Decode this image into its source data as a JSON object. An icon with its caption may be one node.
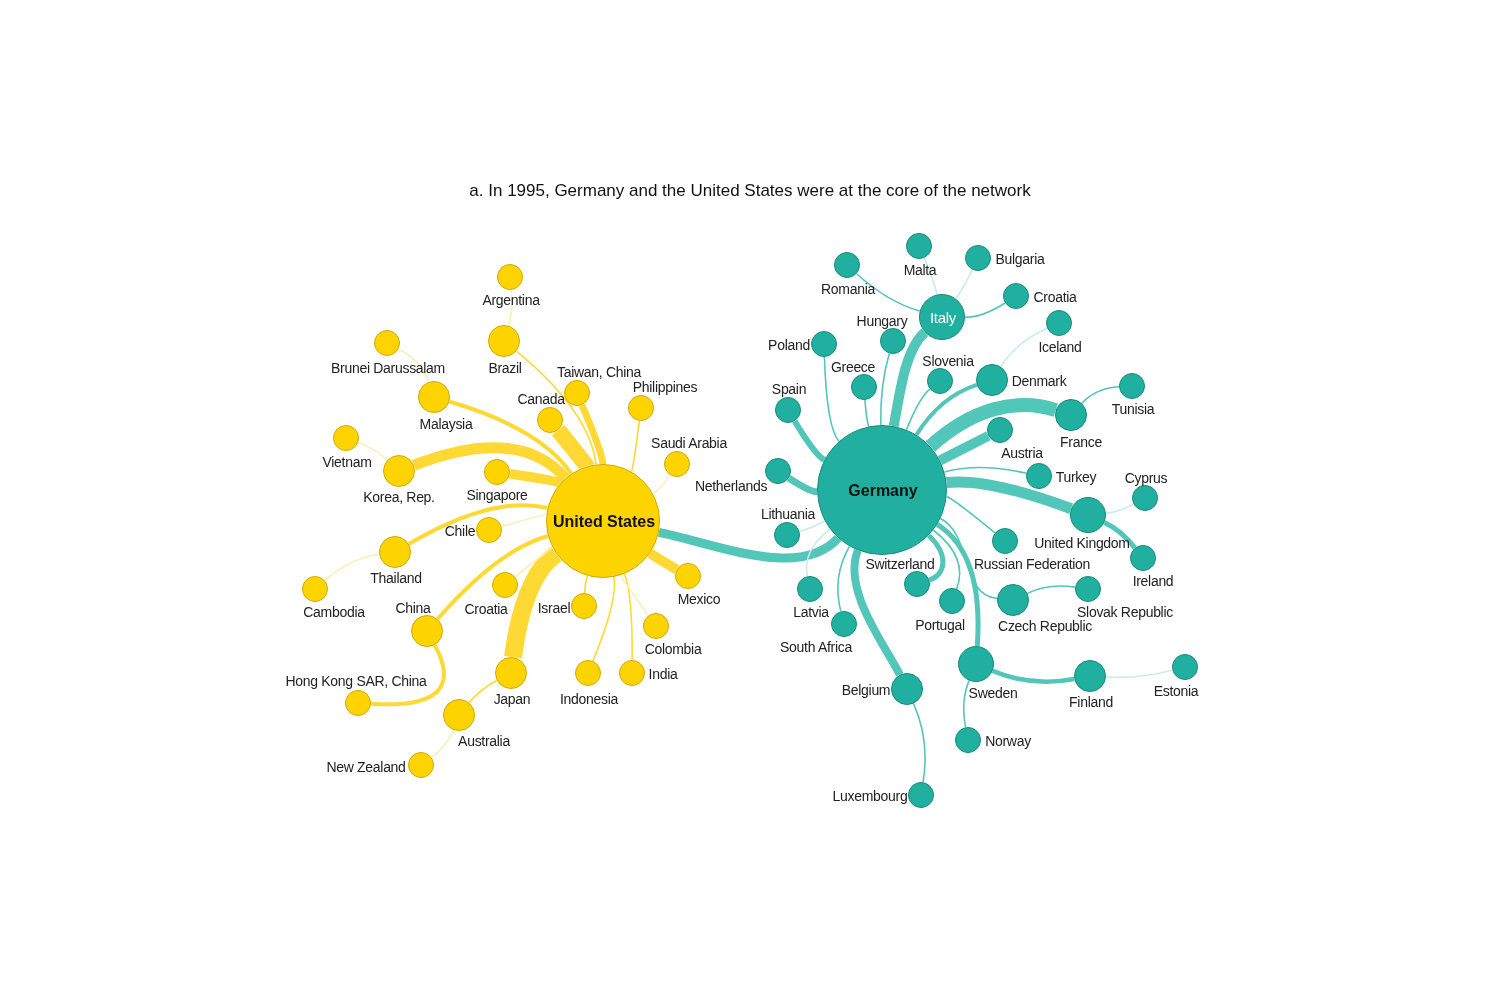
{
  "diagram": {
    "title": "a. In 1995, Germany and the United States were at the core of the network",
    "nodes": [
      {
        "text": [
          "United States"
        ]
      },
      {
        "text": [
          "Argentina"
        ]
      },
      {
        "text": [
          "Brazil"
        ]
      },
      {
        "text": [
          "Brunei Darussalam"
        ]
      },
      {
        "text": [
          "Malaysia"
        ]
      },
      {
        "text": [
          "Taiwan, China"
        ]
      },
      {
        "text": [
          "Canada"
        ]
      },
      {
        "text": [
          "Philippines"
        ]
      },
      {
        "text": [
          "Saudi Arabia"
        ]
      },
      {
        "text": [
          "Vietnam"
        ]
      },
      {
        "text": [
          "Korea, Rep."
        ]
      },
      {
        "text": [
          "Singapore"
        ]
      },
      {
        "text": [
          "Chile"
        ]
      },
      {
        "text": [
          "Thailand"
        ]
      },
      {
        "text": [
          "Cambodia"
        ]
      },
      {
        "text": [
          "China"
        ]
      },
      {
        "text": [
          "Hong Kong SAR, China"
        ]
      },
      {
        "text": [
          "Croatia"
        ]
      },
      {
        "text": [
          "Israel"
        ]
      },
      {
        "text": [
          "Japan"
        ]
      },
      {
        "text": [
          "Australia"
        ]
      },
      {
        "text": [
          "New Zealand"
        ]
      },
      {
        "text": [
          "Indonesia"
        ]
      },
      {
        "text": [
          "India"
        ]
      },
      {
        "text": [
          "Colombia"
        ]
      },
      {
        "text": [
          "Mexico"
        ]
      },
      {
        "text": [
          "Germany"
        ]
      },
      {
        "text": [
          "Italy"
        ]
      },
      {
        "text": [
          "Romania"
        ]
      },
      {
        "text": [
          "Malta"
        ]
      },
      {
        "text": [
          "Bulgaria"
        ]
      },
      {
        "text": [
          "Croatia"
        ]
      },
      {
        "text": [
          "Iceland"
        ]
      },
      {
        "text": [
          "Hungary"
        ]
      },
      {
        "text": [
          "Poland"
        ]
      },
      {
        "text": [
          "Greece"
        ]
      },
      {
        "text": [
          "Slovenia"
        ]
      },
      {
        "text": [
          "Denmark"
        ]
      },
      {
        "text": [
          "Spain"
        ]
      },
      {
        "text": [
          "Austria"
        ]
      },
      {
        "text": [
          "France"
        ]
      },
      {
        "text": [
          "Tunisia"
        ]
      },
      {
        "text": [
          "Netherlands"
        ]
      },
      {
        "text": [
          "Turkey"
        ]
      },
      {
        "text": [
          "Cyprus"
        ]
      },
      {
        "text": [
          "United Kingdom"
        ]
      },
      {
        "text": [
          "Ireland"
        ]
      },
      {
        "text": [
          "Lithuania"
        ]
      },
      {
        "text": [
          "Russian Federation"
        ]
      },
      {
        "text": [
          "Switzerland"
        ]
      },
      {
        "text": [
          "Latvia"
        ]
      },
      {
        "text": [
          "South Africa"
        ]
      },
      {
        "text": [
          "Portugal"
        ]
      },
      {
        "text": [
          "Czech Republic"
        ]
      },
      {
        "text": [
          "Slovak Republic"
        ]
      },
      {
        "text": [
          "Belgium"
        ]
      },
      {
        "text": [
          "Luxembourg"
        ]
      },
      {
        "text": [
          "Sweden"
        ]
      },
      {
        "text": [
          "Norway"
        ]
      },
      {
        "text": [
          "Finland"
        ]
      },
      {
        "text": [
          "Estonia"
        ]
      }
    ],
    "edges": [
      {
        "from": 0,
        "to": 2,
        "arrow": "none",
        "color": "#ffd933"
      },
      {
        "from": 2,
        "to": 1,
        "arrow": "none",
        "color": "#fbefb9"
      },
      {
        "from": 0,
        "to": 4,
        "arrow": "none",
        "style": "thick",
        "color": "#ffd933"
      },
      {
        "from": 4,
        "to": 3,
        "arrow": "none",
        "color": "#fbefb9"
      },
      {
        "from": 0,
        "to": 5,
        "arrow": "none",
        "style": "thick",
        "color": "#ffd933"
      },
      {
        "from": 0,
        "to": 6,
        "arrow": "none",
        "style": "thick",
        "color": "#ffd933"
      },
      {
        "from": 0,
        "to": 7,
        "arrow": "none",
        "color": "#ffd933"
      },
      {
        "from": 0,
        "to": 8,
        "arrow": "none",
        "color": "#fbefb9"
      },
      {
        "from": 0,
        "to": 10,
        "arrow": "none",
        "style": "thick",
        "color": "#ffd933"
      },
      {
        "from": 10,
        "to": 9,
        "arrow": "none",
        "color": "#fbefb9"
      },
      {
        "from": 0,
        "to": 11,
        "arrow": "none",
        "style": "thick",
        "color": "#ffd933"
      },
      {
        "from": 0,
        "to": 12,
        "arrow": "none",
        "color": "#fbefb9"
      },
      {
        "from": 0,
        "to": 13,
        "arrow": "none",
        "style": "thick",
        "color": "#ffd933"
      },
      {
        "from": 13,
        "to": 14,
        "arrow": "none",
        "color": "#fbefb9"
      },
      {
        "from": 0,
        "to": 15,
        "arrow": "none",
        "style": "thick",
        "color": "#ffd933"
      },
      {
        "from": 15,
        "to": 16,
        "arrow": "none",
        "style": "thick",
        "color": "#ffd933"
      },
      {
        "from": 0,
        "to": 17,
        "arrow": "none",
        "color": "#fbefb9"
      },
      {
        "from": 0,
        "to": 18,
        "arrow": "none",
        "color": "#ffd933"
      },
      {
        "from": 0,
        "to": 19,
        "arrow": "none",
        "style": "thick",
        "color": "#ffd933"
      },
      {
        "from": 19,
        "to": 20,
        "arrow": "none",
        "color": "#ffd933"
      },
      {
        "from": 20,
        "to": 21,
        "arrow": "none",
        "color": "#fbefb9"
      },
      {
        "from": 0,
        "to": 22,
        "arrow": "none",
        "color": "#ffd933"
      },
      {
        "from": 0,
        "to": 23,
        "arrow": "none",
        "color": "#ffd933"
      },
      {
        "from": 0,
        "to": 24,
        "arrow": "none",
        "color": "#fbefb9"
      },
      {
        "from": 0,
        "to": 25,
        "arrow": "none",
        "style": "thick",
        "color": "#ffd933"
      },
      {
        "from": 0,
        "to": 26,
        "arrow": "none",
        "style": "thick"
      },
      {
        "from": 26,
        "to": 27,
        "arrow": "none",
        "style": "thick"
      },
      {
        "from": 27,
        "to": 28,
        "arrow": "none"
      },
      {
        "from": 27,
        "to": 29,
        "arrow": "none",
        "color": "#c9ede8"
      },
      {
        "from": 27,
        "to": 30,
        "arrow": "none",
        "color": "#c9ede8"
      },
      {
        "from": 27,
        "to": 31,
        "arrow": "none"
      },
      {
        "from": 37,
        "to": 32,
        "arrow": "none",
        "color": "#c9ede8"
      },
      {
        "from": 26,
        "to": 33,
        "arrow": "none"
      },
      {
        "from": 26,
        "to": 34,
        "arrow": "none"
      },
      {
        "from": 26,
        "to": 35,
        "arrow": "none"
      },
      {
        "from": 26,
        "to": 36,
        "arrow": "none"
      },
      {
        "from": 26,
        "to": 37,
        "arrow": "none",
        "style": "thick"
      },
      {
        "from": 26,
        "to": 38,
        "arrow": "none",
        "style": "thick"
      },
      {
        "from": 26,
        "to": 39,
        "arrow": "none",
        "style": "thick"
      },
      {
        "from": 26,
        "to": 40,
        "arrow": "none",
        "style": "thick"
      },
      {
        "from": 40,
        "to": 41,
        "arrow": "none"
      },
      {
        "from": 26,
        "to": 42,
        "arrow": "none",
        "style": "thick"
      },
      {
        "from": 26,
        "to": 43,
        "arrow": "none"
      },
      {
        "from": 45,
        "to": 44,
        "arrow": "none",
        "color": "#c9ede8"
      },
      {
        "from": 26,
        "to": 45,
        "arrow": "none",
        "style": "thick"
      },
      {
        "from": 45,
        "to": 46,
        "arrow": "none",
        "style": "thick"
      },
      {
        "from": 26,
        "to": 47,
        "arrow": "none",
        "color": "#c9ede8"
      },
      {
        "from": 26,
        "to": 48,
        "arrow": "none"
      },
      {
        "from": 26,
        "to": 49,
        "arrow": "none",
        "style": "thick"
      },
      {
        "from": 26,
        "to": 50,
        "arrow": "none",
        "color": "#c9ede8"
      },
      {
        "from": 26,
        "to": 51,
        "arrow": "none"
      },
      {
        "from": 26,
        "to": 52,
        "arrow": "none"
      },
      {
        "from": 26,
        "to": 53,
        "arrow": "none"
      },
      {
        "from": 53,
        "to": 54,
        "arrow": "none"
      },
      {
        "from": 26,
        "to": 55,
        "arrow": "none",
        "style": "thick"
      },
      {
        "from": 55,
        "to": 56,
        "arrow": "none"
      },
      {
        "from": 26,
        "to": 57,
        "arrow": "none",
        "style": "thick"
      },
      {
        "from": 57,
        "to": 58,
        "arrow": "none"
      },
      {
        "from": 57,
        "to": 59,
        "arrow": "none",
        "style": "thick"
      },
      {
        "from": 59,
        "to": 60,
        "arrow": "none",
        "color": "#c9ede8"
      }
    ]
  }
}
